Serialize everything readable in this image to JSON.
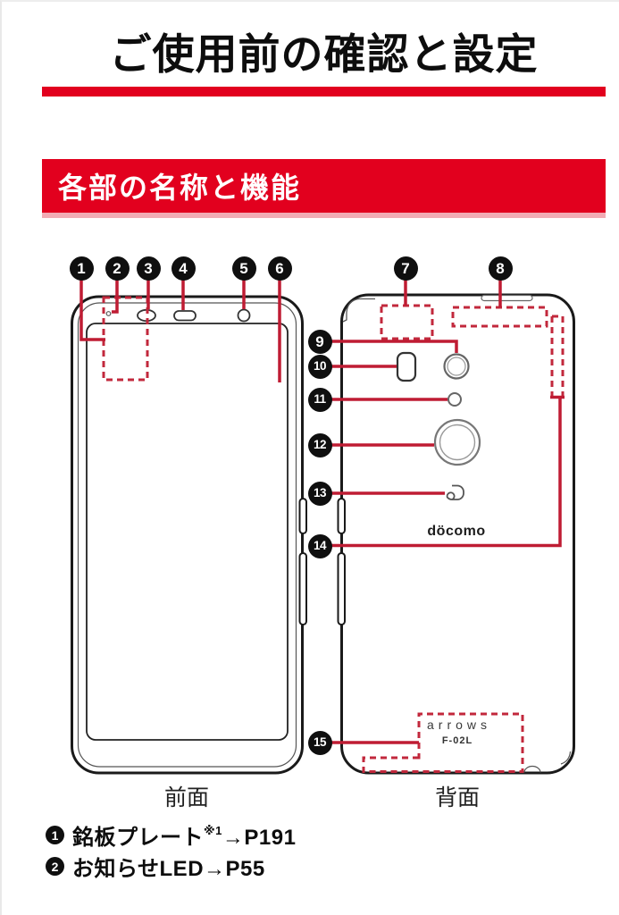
{
  "page": {
    "title": "ご使用前の確認と設定",
    "section_title": "各部の名称と機能"
  },
  "colors": {
    "accent_red": "#e2001e",
    "banner_shadow_pink": "#f2abb4",
    "callout_line_red": "#bf1c33",
    "dashed_area_red": "#c2283c",
    "badge_black": "#0f0f0f",
    "phone_outline_black": "#1a1a1a"
  },
  "diagram": {
    "front_label": "前面",
    "back_label": "背面",
    "brand_logo": "döcomo",
    "model_brand": "arrows",
    "model_number": "F-02L",
    "callouts": [
      "1",
      "2",
      "3",
      "4",
      "5",
      "6",
      "7",
      "8",
      "9",
      "10",
      "11",
      "12",
      "13",
      "14",
      "15"
    ]
  },
  "legend": {
    "items": [
      {
        "num": "1",
        "text": "銘板プレート",
        "sup": "※1",
        "ref": "→P191"
      },
      {
        "num": "2",
        "text": "お知らせLED",
        "sup": "",
        "ref": "→P55"
      }
    ]
  }
}
